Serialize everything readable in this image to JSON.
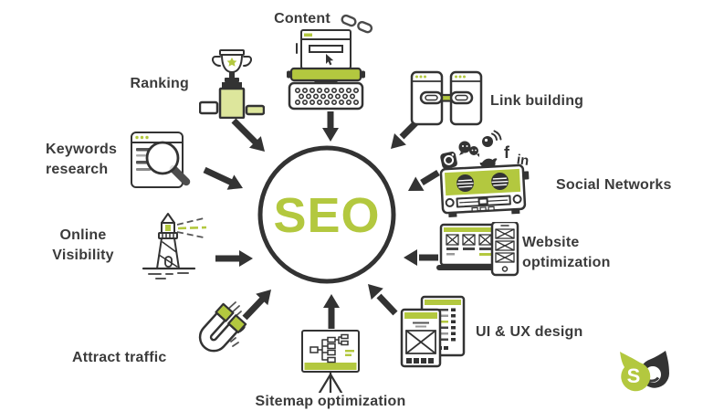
{
  "center": {
    "label": "SEO"
  },
  "nodes": [
    {
      "id": "content",
      "label": "Content"
    },
    {
      "id": "link-building",
      "label": "Link building"
    },
    {
      "id": "social-networks",
      "label": "Social Networks"
    },
    {
      "id": "website-optimization",
      "label": "Website\noptimization"
    },
    {
      "id": "ui-ux-design",
      "label": "UI & UX design"
    },
    {
      "id": "sitemap-optimization",
      "label": "Sitemap optimization"
    },
    {
      "id": "attract-traffic",
      "label": "Attract traffic"
    },
    {
      "id": "online-visibility",
      "label": "Online\nVisibility"
    },
    {
      "id": "keywords-research",
      "label": "Keywords\nresearch"
    },
    {
      "id": "ranking",
      "label": "Ranking"
    }
  ],
  "social_glyphs": {
    "facebook": "f",
    "linkedin": "in"
  },
  "logo": {
    "letter": "S"
  },
  "colors": {
    "accent": "#b3c83f",
    "accent_light": "#dde69c",
    "dark": "#333333",
    "text": "#3b3b3b"
  }
}
